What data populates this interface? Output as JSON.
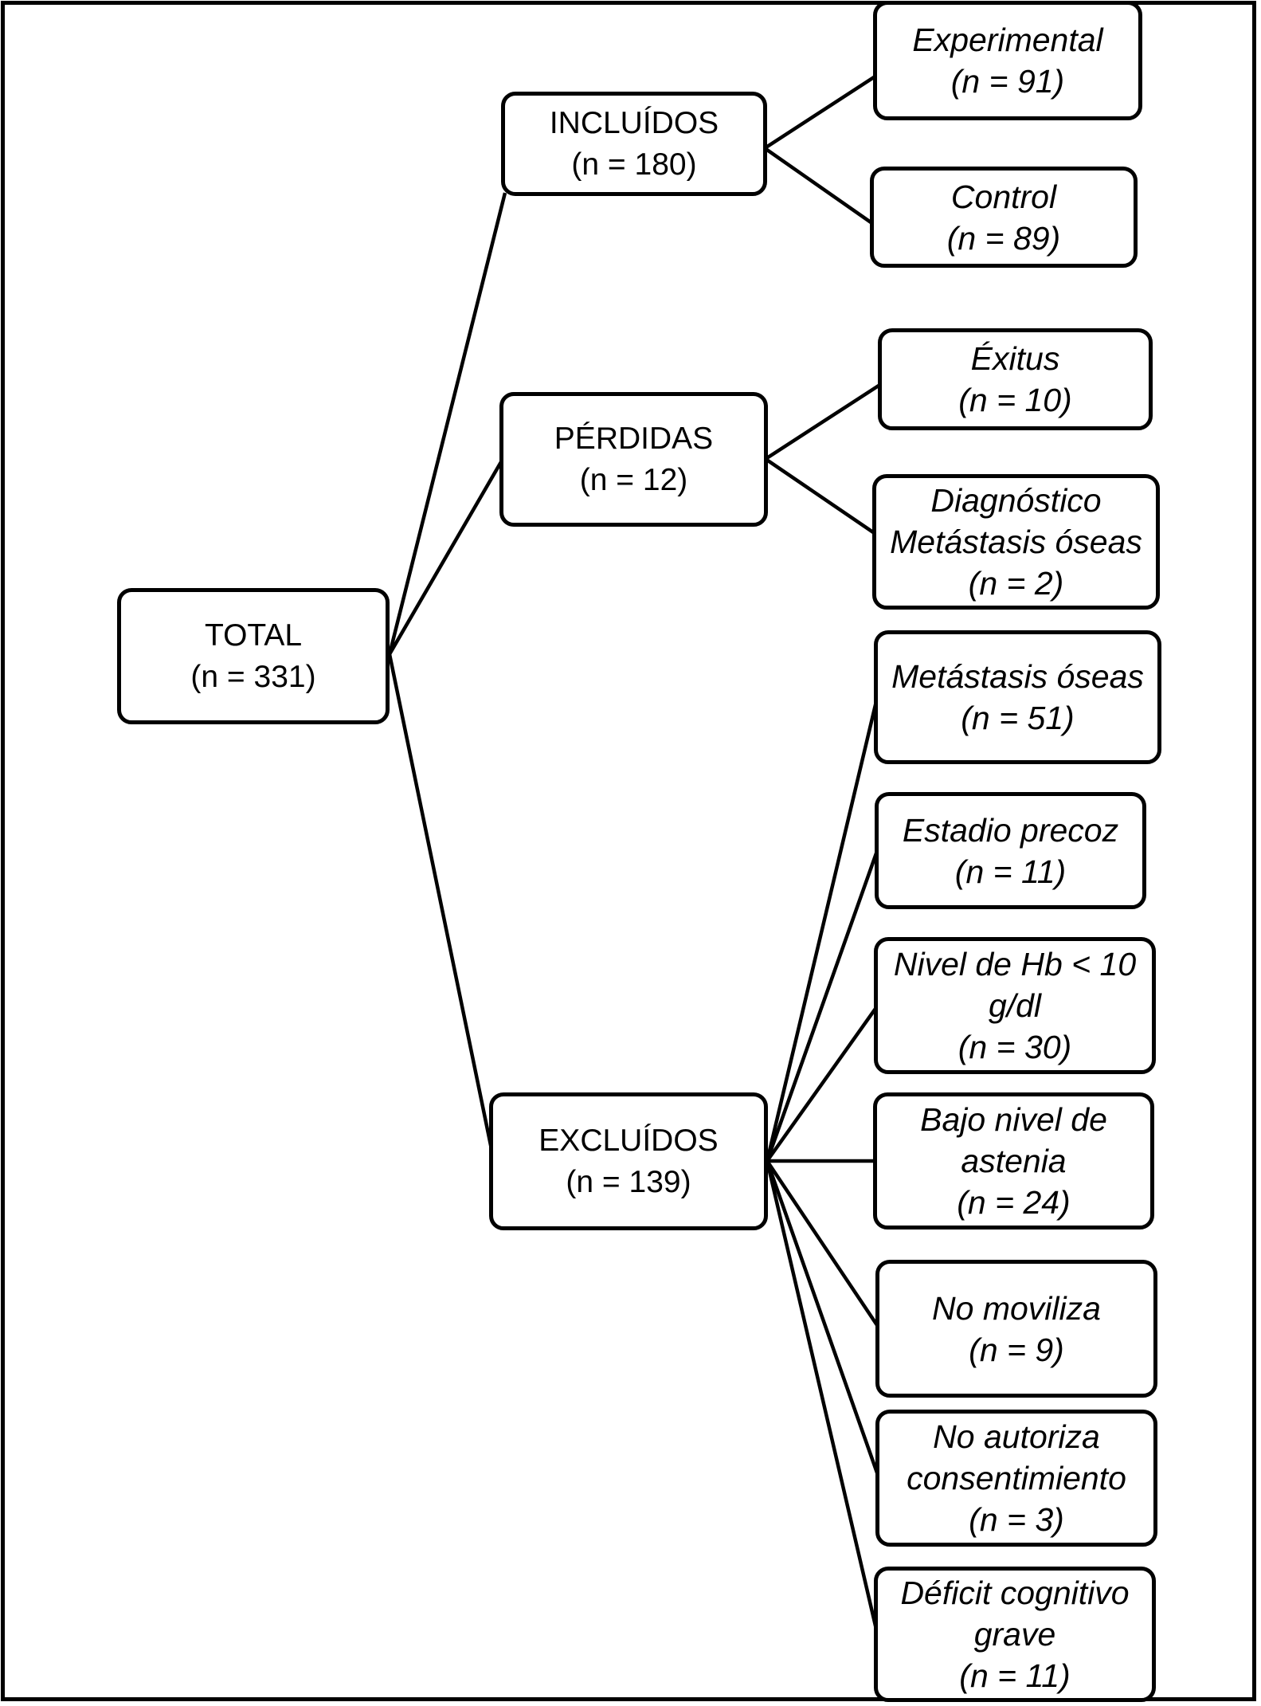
{
  "diagram": {
    "type": "flowchart",
    "language": "es",
    "colors": {
      "background": "#ffffff",
      "stroke": "#000000",
      "text": "#000000",
      "box_fill": "#ffffff"
    },
    "nodes": {
      "total": {
        "label": "TOTAL",
        "n": 331,
        "lines": [
          "TOTAL",
          "(n = 331)"
        ]
      },
      "incluidos": {
        "label": "INCLUÍDOS",
        "n": 180,
        "lines": [
          "INCLUÍDOS",
          "(n = 180)"
        ]
      },
      "perdidas": {
        "label": "PÉRDIDAS",
        "n": 12,
        "lines": [
          "PÉRDIDAS",
          "(n = 12)"
        ]
      },
      "excluidos": {
        "label": "EXCLUÍDOS",
        "n": 139,
        "lines": [
          "EXCLUÍDOS",
          "(n = 139)"
        ]
      },
      "experimental": {
        "label": "Experimental",
        "n": 91,
        "lines": [
          "Experimental",
          "(n = 91)"
        ]
      },
      "control": {
        "label": "Control",
        "n": 89,
        "lines": [
          "Control",
          "(n = 89)"
        ]
      },
      "exitus": {
        "label": "Éxitus",
        "n": 10,
        "lines": [
          "Éxitus",
          "(n = 10)"
        ]
      },
      "diagnostico_metastasis": {
        "label": "Diagnóstico Metástasis óseas",
        "n": 2,
        "lines": [
          "Diagnóstico",
          "Metástasis óseas",
          "(n = 2)"
        ]
      },
      "metastasis_oseas": {
        "label": "Metástasis óseas",
        "n": 51,
        "lines": [
          "Metástasis óseas",
          "(n = 51)"
        ]
      },
      "estadio_precoz": {
        "label": "Estadio precoz",
        "n": 11,
        "lines": [
          "Estadio precoz",
          "(n = 11)"
        ]
      },
      "nivel_hb": {
        "label": "Nivel de Hb < 10 g/dl",
        "n": 30,
        "lines": [
          "Nivel de Hb < 10",
          "g/dl",
          "(n = 30)"
        ]
      },
      "bajo_astenia": {
        "label": "Bajo nivel de astenia",
        "n": 24,
        "lines": [
          "Bajo nivel de",
          "astenia",
          "(n = 24)"
        ]
      },
      "no_moviliza": {
        "label": "No moviliza",
        "n": 9,
        "lines": [
          "No moviliza",
          "(n = 9)"
        ]
      },
      "no_autoriza": {
        "label": "No autoriza consentimiento",
        "n": 3,
        "lines": [
          "No autoriza",
          "consentimiento",
          "(n = 3)"
        ]
      },
      "deficit_cognitivo": {
        "label": "Déficit cognitivo grave",
        "n": 11,
        "lines": [
          "Déficit cognitivo",
          "grave",
          "(n = 11)"
        ]
      }
    },
    "edges": [
      {
        "from": "total",
        "to": "incluidos"
      },
      {
        "from": "total",
        "to": "perdidas"
      },
      {
        "from": "total",
        "to": "excluidos"
      },
      {
        "from": "incluidos",
        "to": "experimental"
      },
      {
        "from": "incluidos",
        "to": "control"
      },
      {
        "from": "perdidas",
        "to": "exitus"
      },
      {
        "from": "perdidas",
        "to": "diagnostico_metastasis"
      },
      {
        "from": "excluidos",
        "to": "metastasis_oseas"
      },
      {
        "from": "excluidos",
        "to": "estadio_precoz"
      },
      {
        "from": "excluidos",
        "to": "nivel_hb"
      },
      {
        "from": "excluidos",
        "to": "bajo_astenia"
      },
      {
        "from": "excluidos",
        "to": "no_moviliza"
      },
      {
        "from": "excluidos",
        "to": "no_autoriza"
      },
      {
        "from": "excluidos",
        "to": "deficit_cognitivo"
      }
    ]
  }
}
